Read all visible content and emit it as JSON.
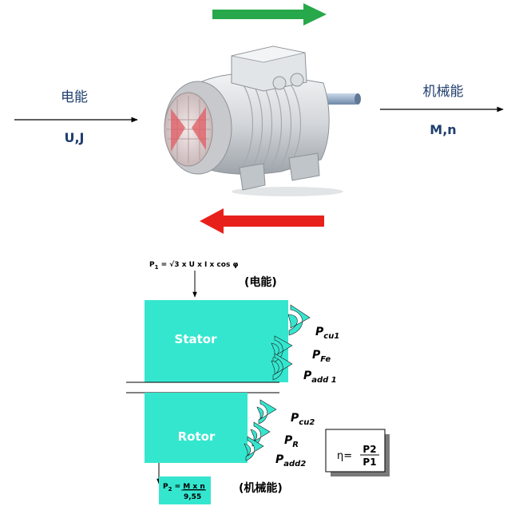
{
  "top": {
    "input_label": "电能",
    "input_symbol": "U,J",
    "output_label": "机械能",
    "output_symbol": "M,n"
  },
  "diagram": {
    "p1_formula_prefix": "P",
    "p1_formula_sub": "1",
    "p1_formula_rest": " = √3 x U x I x cos φ",
    "input_tag": "(电能)",
    "output_tag": "(机械能)",
    "stator_label": "Stator",
    "rotor_label": "Rotor",
    "losses": [
      {
        "main": "P",
        "sub": "cu1"
      },
      {
        "main": "P",
        "sub": "Fe"
      },
      {
        "main": "P",
        "sub": "add 1"
      },
      {
        "main": "P",
        "sub": "cu2"
      },
      {
        "main": "P",
        "sub": "R"
      },
      {
        "main": "P",
        "sub": "add2"
      }
    ],
    "p2_prefix": "P",
    "p2_sub": "2",
    "p2_eq": " = ",
    "p2_numer": "M x n",
    "p2_denom": "9,55",
    "eta_symbol": "η=",
    "eta_numer": "P2",
    "eta_denom": "P1"
  },
  "colors": {
    "green_arrow": "#27a84a",
    "red_arrow": "#e8201c",
    "block_fill": "#35e6cf",
    "label_blue": "#1f3f6e"
  }
}
